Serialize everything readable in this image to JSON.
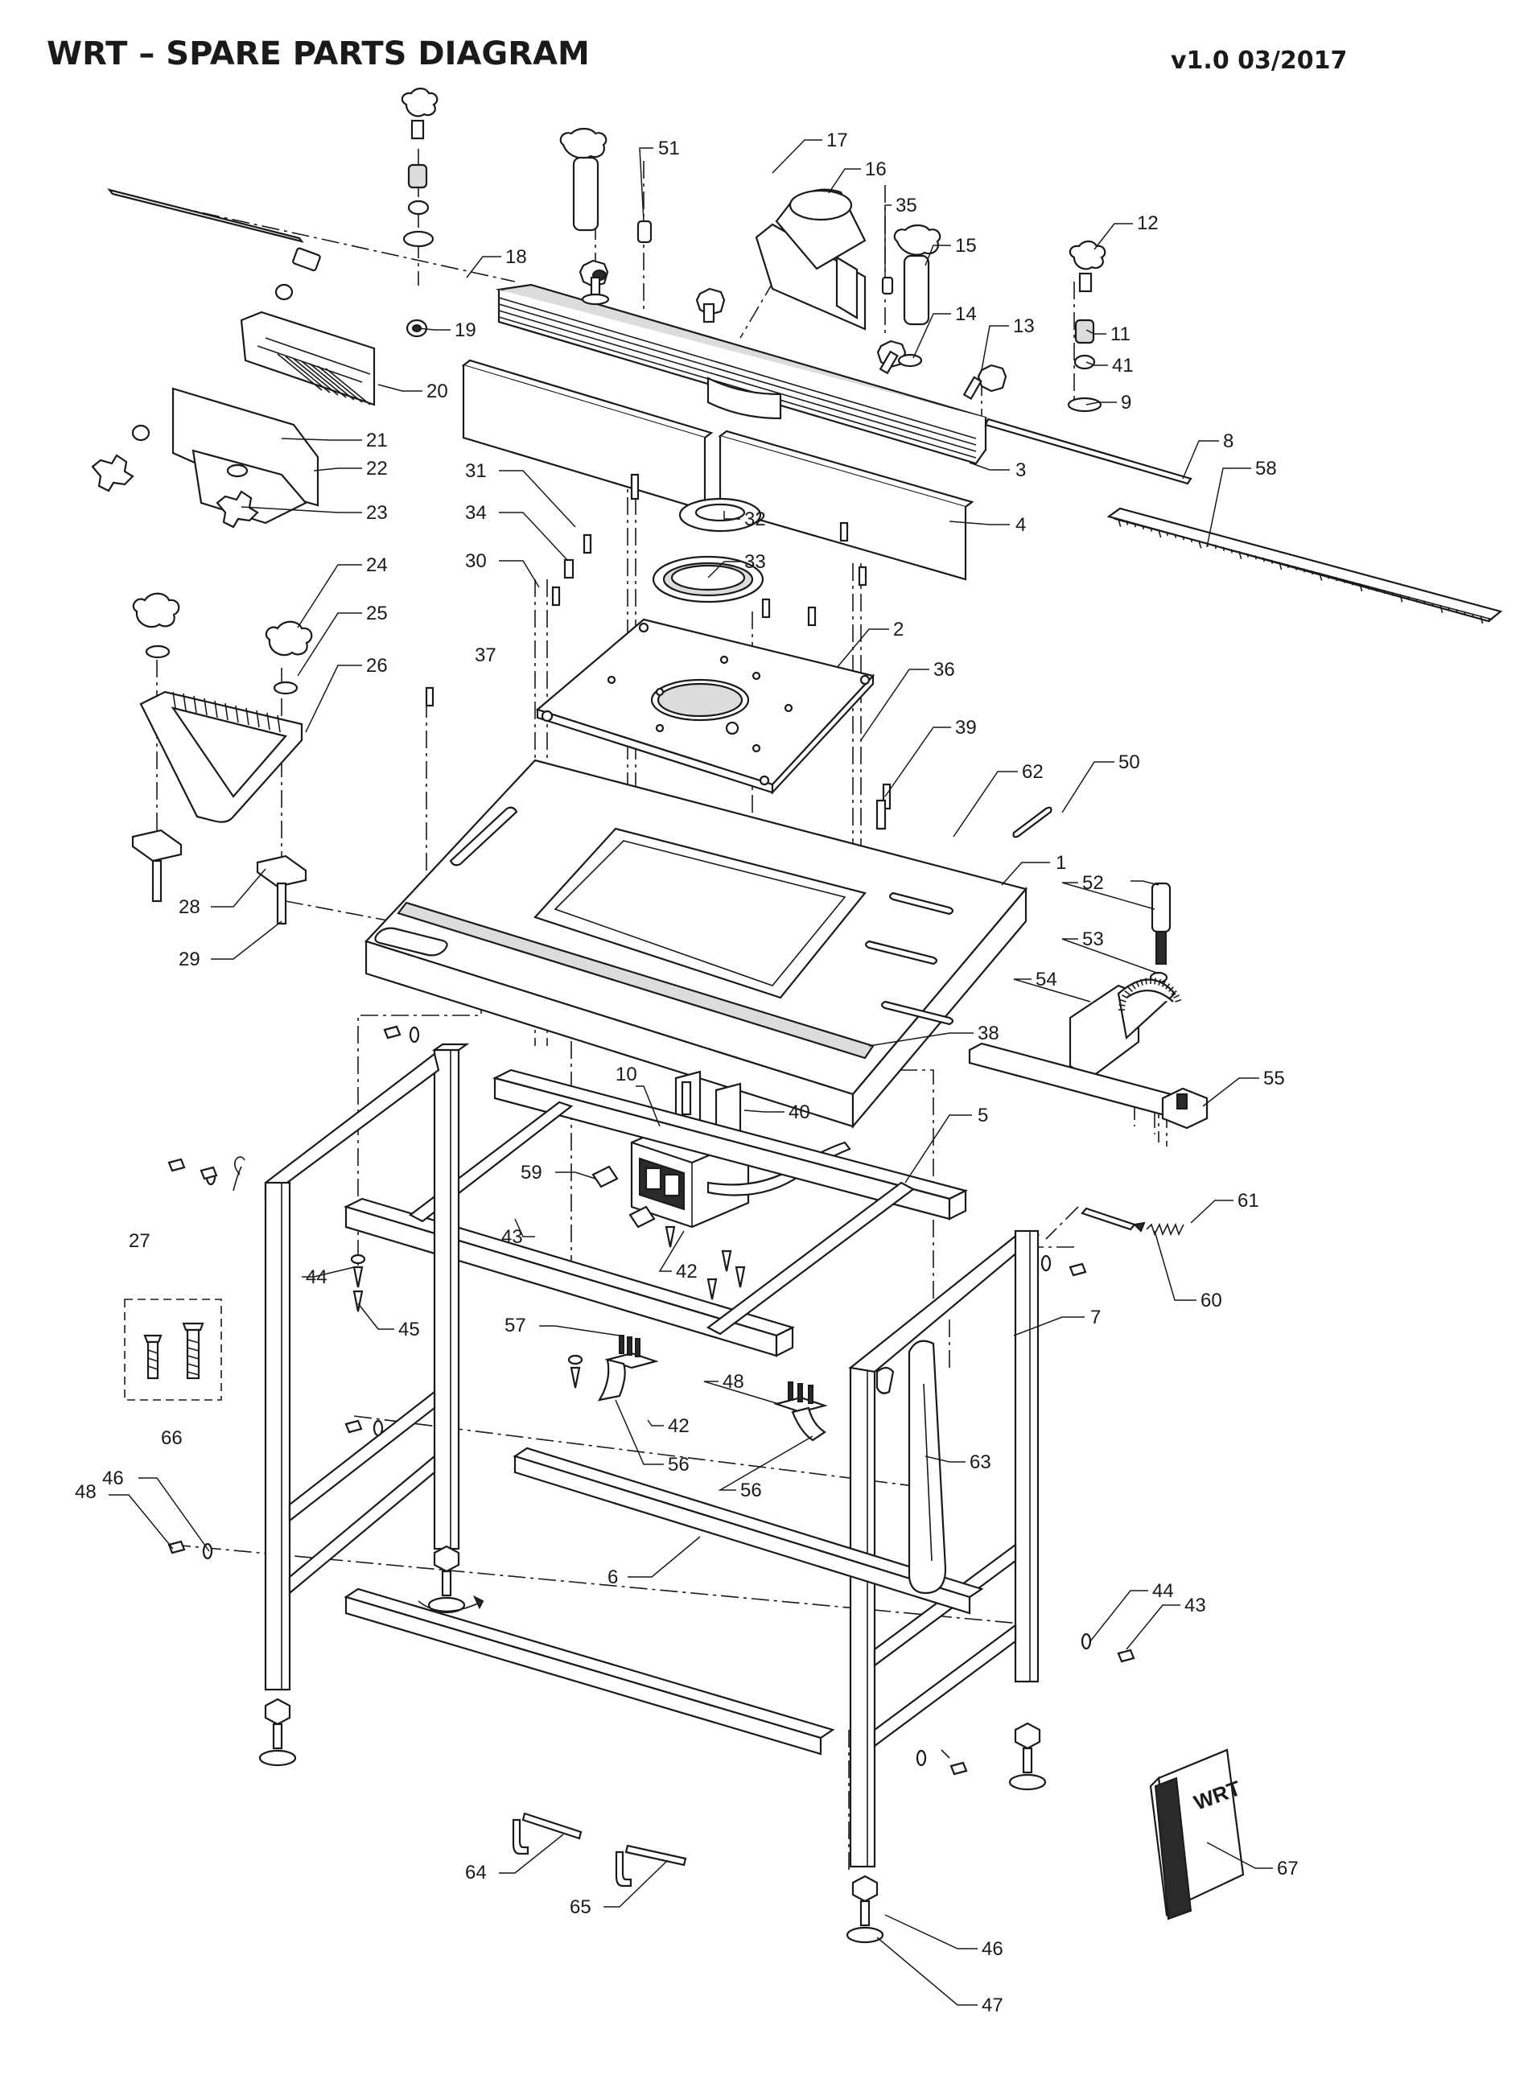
{
  "header": {
    "title": "WRT – SPARE PARTS DIAGRAM",
    "version": "v1.0 03/2017"
  },
  "manual": {
    "brand": "WRT"
  },
  "callouts": [
    {
      "id": "c1",
      "label": "1"
    },
    {
      "id": "c2",
      "label": "2"
    },
    {
      "id": "c3",
      "label": "3"
    },
    {
      "id": "c4",
      "label": "4"
    },
    {
      "id": "c5",
      "label": "5"
    },
    {
      "id": "c6",
      "label": "6"
    },
    {
      "id": "c7",
      "label": "7"
    },
    {
      "id": "c8",
      "label": "8"
    },
    {
      "id": "c9",
      "label": "9"
    },
    {
      "id": "c10",
      "label": "10"
    },
    {
      "id": "c11",
      "label": "11"
    },
    {
      "id": "c12",
      "label": "12"
    },
    {
      "id": "c13",
      "label": "13"
    },
    {
      "id": "c14",
      "label": "14"
    },
    {
      "id": "c15",
      "label": "15"
    },
    {
      "id": "c16",
      "label": "16"
    },
    {
      "id": "c17",
      "label": "17"
    },
    {
      "id": "c18",
      "label": "18"
    },
    {
      "id": "c19",
      "label": "19"
    },
    {
      "id": "c20",
      "label": "20"
    },
    {
      "id": "c21",
      "label": "21"
    },
    {
      "id": "c22",
      "label": "22"
    },
    {
      "id": "c23",
      "label": "23"
    },
    {
      "id": "c24",
      "label": "24"
    },
    {
      "id": "c25",
      "label": "25"
    },
    {
      "id": "c26",
      "label": "26"
    },
    {
      "id": "c27",
      "label": "27"
    },
    {
      "id": "c28",
      "label": "28"
    },
    {
      "id": "c29",
      "label": "29"
    },
    {
      "id": "c30",
      "label": "30"
    },
    {
      "id": "c31",
      "label": "31"
    },
    {
      "id": "c32",
      "label": "32"
    },
    {
      "id": "c33",
      "label": "33"
    },
    {
      "id": "c34",
      "label": "34"
    },
    {
      "id": "c35",
      "label": "35"
    },
    {
      "id": "c36",
      "label": "36"
    },
    {
      "id": "c37",
      "label": "37"
    },
    {
      "id": "c38",
      "label": "38"
    },
    {
      "id": "c39",
      "label": "39"
    },
    {
      "id": "c40",
      "label": "40"
    },
    {
      "id": "c41",
      "label": "41"
    },
    {
      "id": "c42a",
      "label": "42"
    },
    {
      "id": "c42b",
      "label": "42"
    },
    {
      "id": "c43a",
      "label": "43"
    },
    {
      "id": "c43b",
      "label": "43"
    },
    {
      "id": "c44a",
      "label": "44"
    },
    {
      "id": "c44b",
      "label": "44"
    },
    {
      "id": "c45",
      "label": "45"
    },
    {
      "id": "c46a",
      "label": "46"
    },
    {
      "id": "c46b",
      "label": "46"
    },
    {
      "id": "c47",
      "label": "47"
    },
    {
      "id": "c48a",
      "label": "48"
    },
    {
      "id": "c48b",
      "label": "48"
    },
    {
      "id": "c50",
      "label": "50"
    },
    {
      "id": "c51",
      "label": "51"
    },
    {
      "id": "c52",
      "label": "52"
    },
    {
      "id": "c53",
      "label": "53"
    },
    {
      "id": "c54",
      "label": "54"
    },
    {
      "id": "c55",
      "label": "55"
    },
    {
      "id": "c56a",
      "label": "56"
    },
    {
      "id": "c56b",
      "label": "56"
    },
    {
      "id": "c57",
      "label": "57"
    },
    {
      "id": "c58",
      "label": "58"
    },
    {
      "id": "c59",
      "label": "59"
    },
    {
      "id": "c60",
      "label": "60"
    },
    {
      "id": "c61",
      "label": "61"
    },
    {
      "id": "c62",
      "label": "62"
    },
    {
      "id": "c63",
      "label": "63"
    },
    {
      "id": "c64",
      "label": "64"
    },
    {
      "id": "c65",
      "label": "65"
    },
    {
      "id": "c66",
      "label": "66"
    },
    {
      "id": "c67",
      "label": "67"
    }
  ]
}
